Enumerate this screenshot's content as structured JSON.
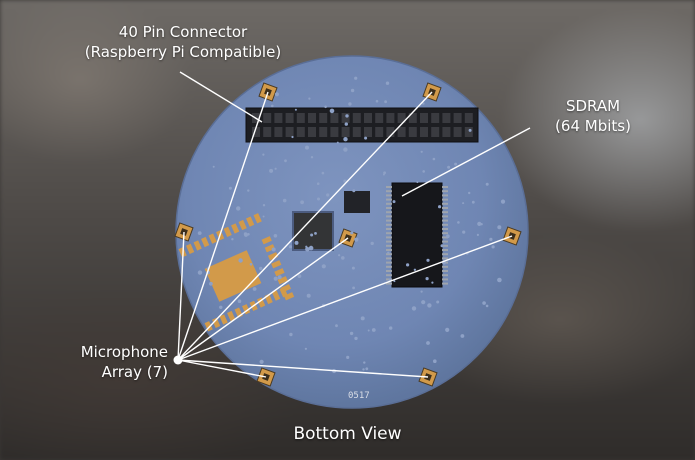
{
  "labels": {
    "connector_line1": "40 Pin Connector",
    "connector_line2": "(Raspberry Pi Compatible)",
    "sdram_line1": "SDRAM",
    "sdram_line2": "(64 Mbits)",
    "mic_line1": "Microphone",
    "mic_line2": "Array (7)"
  },
  "board_marking": "0517",
  "caption": "Bottom View",
  "colors": {
    "board": "#6f86b3",
    "pads": "#d29a4a",
    "leader_lines": "#ffffff"
  }
}
